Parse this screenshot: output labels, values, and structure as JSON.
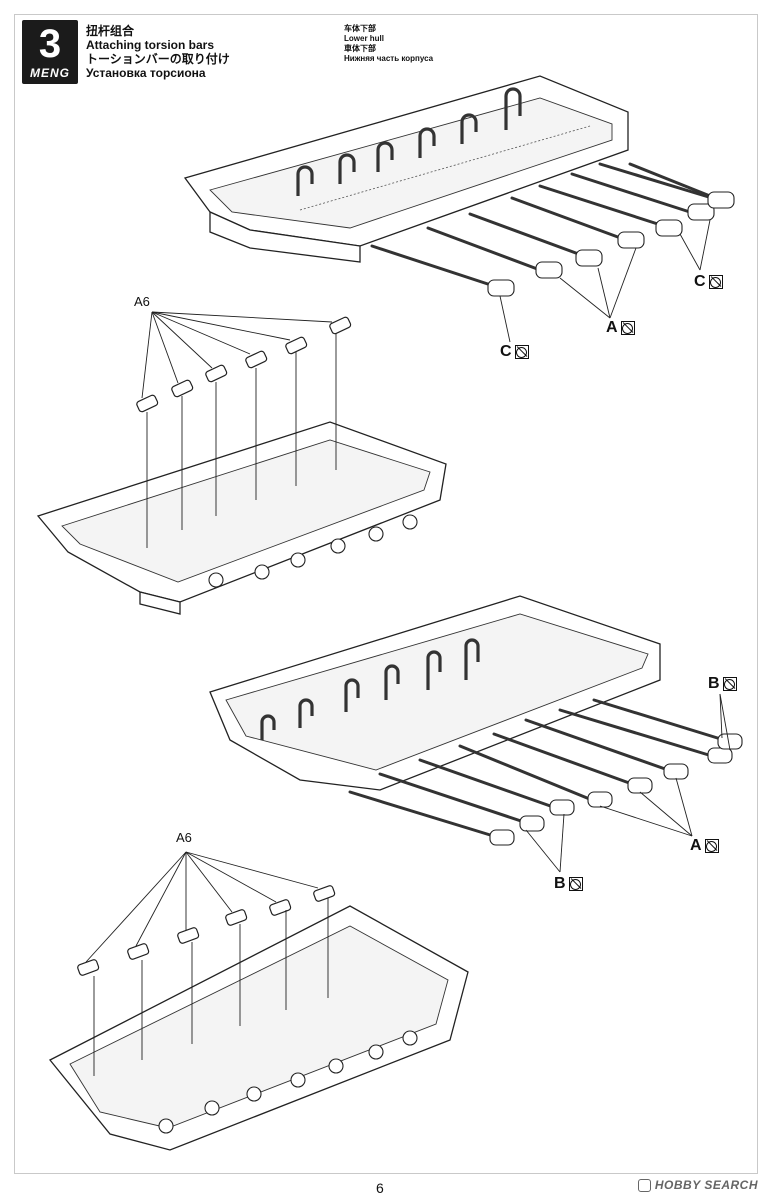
{
  "step": {
    "number": "3",
    "brand": "MENG"
  },
  "titles": {
    "zh": "扭杆组合",
    "en": "Attaching torsion bars",
    "ja": "トーションバーの取り付け",
    "ru": "Установка торсиона"
  },
  "callout_lower_hull": {
    "zh": "车体下部",
    "en": "Lower hull",
    "ja": "車体下部",
    "ru": "Нижняя часть корпуса"
  },
  "labels": {
    "c_top": "C",
    "a_top": "A",
    "c_bottom": "C",
    "a6_first": "A6",
    "b_third": "B",
    "a_third": "A",
    "b_third_bottom": "B",
    "a6_second": "A6"
  },
  "page_number": "6",
  "watermark": "HOBBY SEARCH"
}
